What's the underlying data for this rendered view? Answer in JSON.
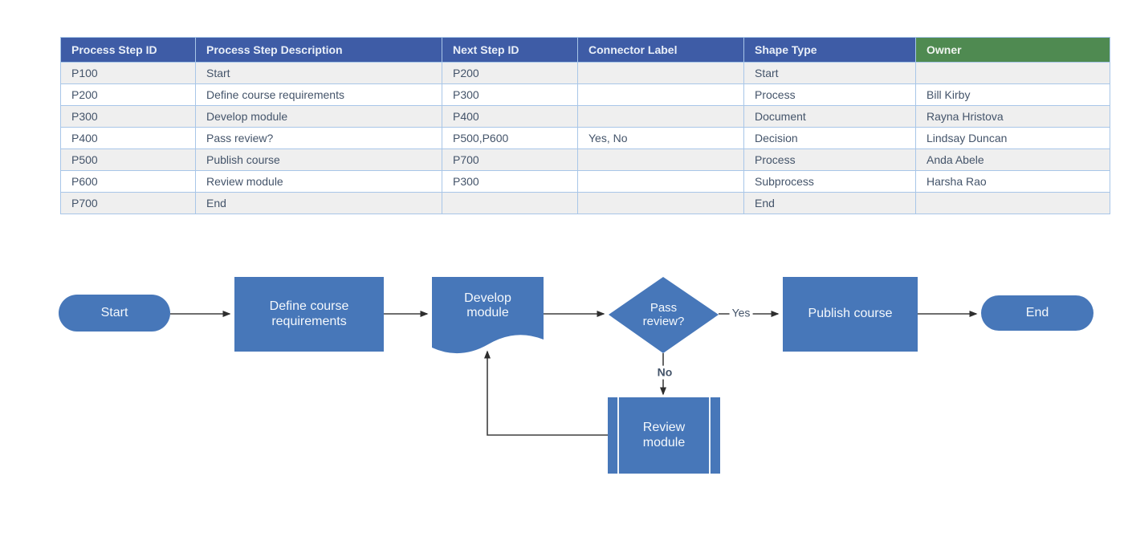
{
  "table": {
    "columns": [
      "Process Step ID",
      "Process Step Description",
      "Next Step ID",
      "Connector Label",
      "Shape Type",
      "Owner"
    ],
    "rows": [
      [
        "P100",
        "Start",
        "P200",
        "",
        "Start",
        ""
      ],
      [
        "P200",
        "Define course requirements",
        "P300",
        "",
        "Process",
        "Bill Kirby"
      ],
      [
        "P300",
        "Develop module",
        "P400",
        "",
        "Document",
        "Rayna Hristova"
      ],
      [
        "P400",
        "Pass review?",
        "P500,P600",
        "Yes, No",
        "Decision",
        "Lindsay Duncan"
      ],
      [
        "P500",
        "Publish course",
        "P700",
        "",
        "Process",
        "Anda Abele"
      ],
      [
        "P600",
        "Review module",
        "P300",
        "",
        "Subprocess",
        "Harsha Rao"
      ],
      [
        "P700",
        "End",
        "",
        "",
        "End",
        ""
      ]
    ]
  },
  "flowchart": {
    "nodes": {
      "start": "Start",
      "define": "Define course requirements",
      "develop": "Develop module",
      "decision": "Pass review?",
      "publish": "Publish course",
      "review": "Review module",
      "end": "End"
    },
    "connector_labels": {
      "yes": "Yes",
      "no": "No"
    }
  },
  "colors": {
    "table_header_blue": "#3E5CA6",
    "owner_header_green": "#4F8A51",
    "row_stripe_gray": "#EFEFEF",
    "table_border_blue": "#A8C6E8",
    "table_text": "#44546A",
    "shape_blue": "#4777B9",
    "shape_text": "#F4F8FC",
    "connector_line": "#3F3F3F"
  }
}
